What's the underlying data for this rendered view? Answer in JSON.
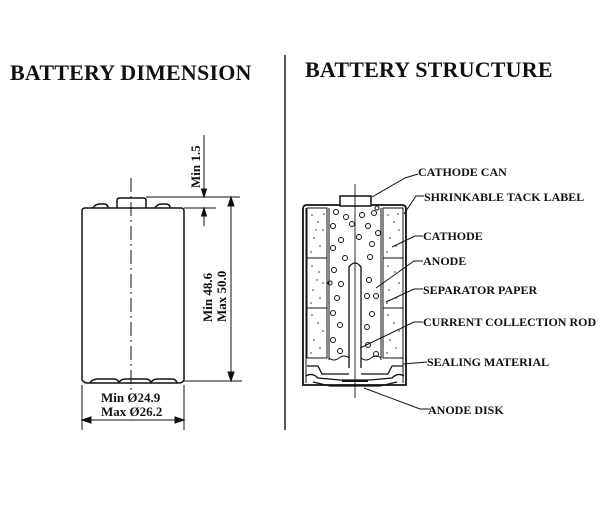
{
  "titles": {
    "left": "BATTERY DIMENSION",
    "right": "BATTERY STRUCTURE"
  },
  "dimensions": {
    "terminal_height": "Min 1.5",
    "height_min": "Min 48.6",
    "height_max": "Max 50.0",
    "diameter_min": "Min Ø24.9",
    "diameter_max": "Max Ø26.2"
  },
  "structure_labels": [
    "CATHODE CAN",
    "SHRINKABLE TACK LABEL",
    "CATHODE",
    "ANODE",
    "SEPARATOR PAPER",
    "CURRENT COLLECTION ROD",
    "SEALING MATERIAL",
    "ANODE DISK"
  ]
}
